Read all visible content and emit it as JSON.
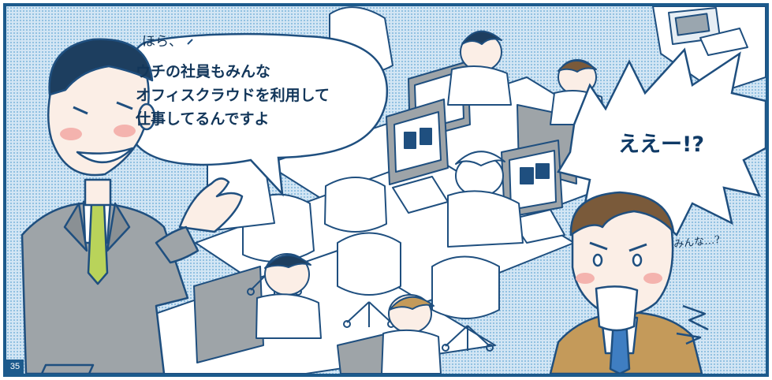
{
  "speech_bubble_main": {
    "lines": [
      "ウチの社員もみんな",
      "オフィスクラウドを利用して",
      "仕事してるんですよ"
    ]
  },
  "aside_hora": "ほら、",
  "exclamation": "ええー!?",
  "murmur": "みんな…?",
  "page_number": "35",
  "colors": {
    "frame_border": "#1c5a8c",
    "screentone_background": "#d3e6f4",
    "line_art": "#1f4f7f",
    "suit_gray": "#9ea4a8",
    "suit_tan": "#c49a5a",
    "tie_green": "#b9d35a",
    "tie_blue": "#3f7ec2",
    "skin": "#fbeee6",
    "hair_dark": "#1d3e5f",
    "hair_brown": "#7a5a3a"
  }
}
